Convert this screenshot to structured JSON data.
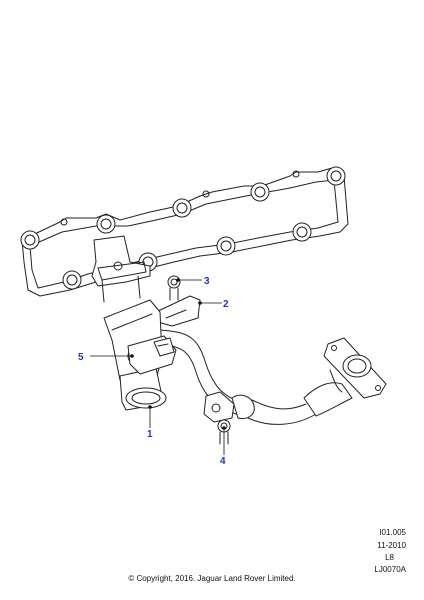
{
  "callouts": {
    "c1": "1",
    "c2": "2",
    "c3": "3",
    "c4": "4",
    "c5": "5"
  },
  "reference": {
    "line1": "I01.005",
    "line2": "11-2010",
    "line3": "L8",
    "line4": "LJ0070A"
  },
  "copyright": "© Copyright, 2016. Jaguar Land Rover Limited."
}
